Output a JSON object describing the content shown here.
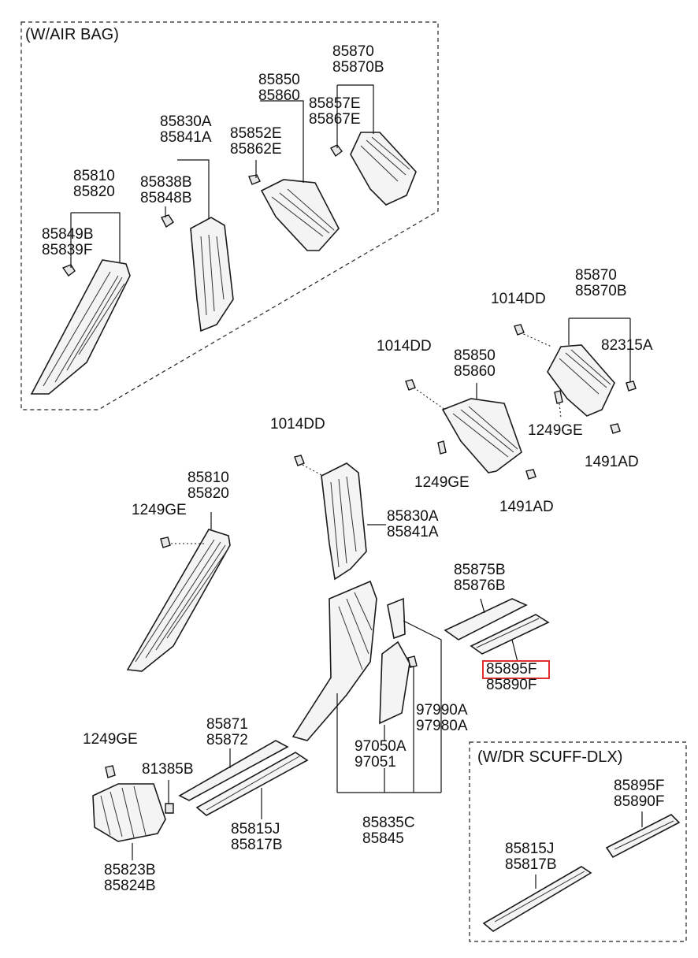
{
  "sections": {
    "air_bag": "(W/AIR BAG)",
    "scuff": "(W/DR SCUFF-DLX)"
  },
  "callouts": {
    "ab_85870": "85870\n85870B",
    "ab_85857": "85857E\n85867E",
    "ab_85850": "85850\n85860",
    "ab_85852": "85852E\n85862E",
    "ab_85830": "85830A\n85841A",
    "ab_85838": "85838B\n85848B",
    "ab_85810": "85810\n85820",
    "ab_85849": "85849B\n85839F",
    "r_85870": "85870\n85870B",
    "r_1014dd_a": "1014DD",
    "r_82315a": "82315A",
    "r_1249ge_a": "1249GE",
    "r_1491ad_a": "1491AD",
    "r_1014dd_b": "1014DD",
    "r_85850": "85850\n85860",
    "r_1249ge_b": "1249GE",
    "r_1491ad_b": "1491AD",
    "m_1014dd": "1014DD",
    "m_85830": "85830A\n85841A",
    "m_85810": "85810\n85820",
    "m_1249ge": "1249GE",
    "m_85875": "85875B\n85876B",
    "m_85895f": "85895F",
    "m_85890f": "85890F",
    "m_97990": "97990A\n97980A",
    "m_97050": "97050A\n97051",
    "m_85871": "85871\n85872",
    "m_1249ge_b": "1249GE",
    "m_81385": "81385B",
    "m_85815": "85815J\n85817B",
    "m_85835": "85835C\n85845",
    "m_85823": "85823B\n85824B",
    "s_85895": "85895F\n85890F",
    "s_85815": "85815J\n85817B"
  },
  "highlight_color": "#e0302e"
}
